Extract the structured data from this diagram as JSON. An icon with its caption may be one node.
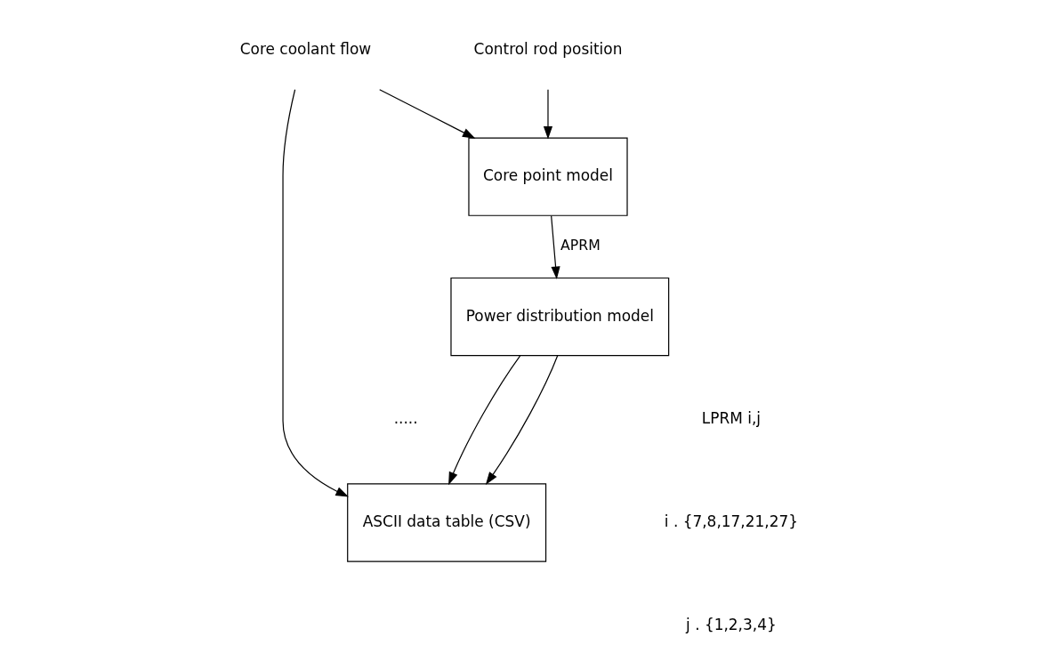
{
  "diagram": {
    "nodes": [
      {
        "text": [
          "Core coolant flow"
        ]
      },
      {
        "text": [
          "Control rod position"
        ]
      },
      {
        "text": [
          "Core point model"
        ]
      },
      {
        "text": [
          "Power distribution model"
        ]
      },
      {
        "text": [
          "ASCII data table (CSV)"
        ]
      }
    ],
    "edges": [
      {
        "from": 0,
        "to": 2,
        "arrow": "to"
      },
      {
        "from": 1,
        "to": 2,
        "arrow": "to"
      },
      {
        "from": 0,
        "to": 4,
        "arrow": "to"
      },
      {
        "from": 2,
        "to": 3,
        "arrow": "to",
        "label": "APRM"
      },
      {
        "from": 3,
        "to": 4,
        "arrow": "to"
      },
      {
        "from": 3,
        "to": 4,
        "arrow": "to"
      }
    ],
    "labels": [
      ".....",
      "LPRM i,j",
      "i . {7,8,17,21,27}",
      "j . {1,2,3,4}"
    ]
  }
}
